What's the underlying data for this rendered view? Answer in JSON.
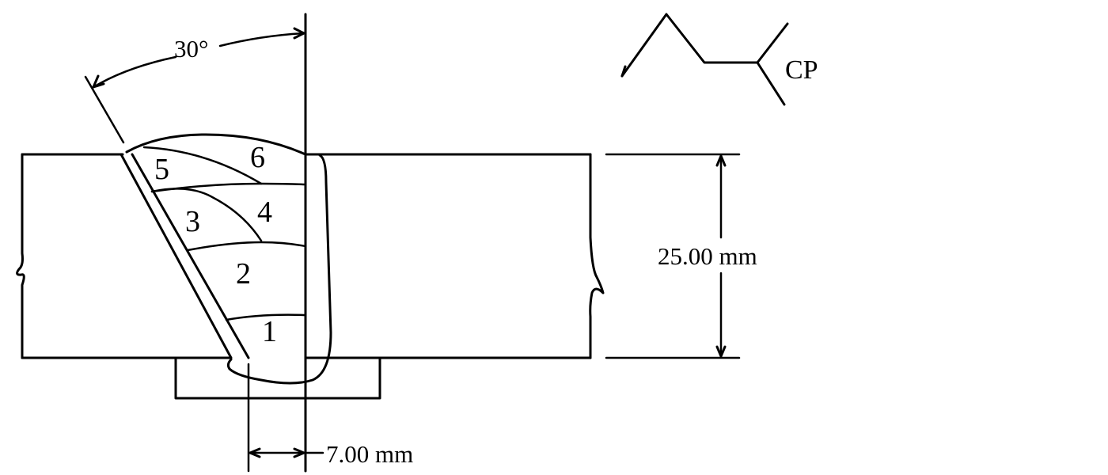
{
  "angle_label": "30°",
  "symbol_label": "CP",
  "thickness_label": "25.00 mm",
  "root_gap_label": "7.00 mm",
  "passes": [
    "1",
    "2",
    "3",
    "4",
    "5",
    "6"
  ]
}
